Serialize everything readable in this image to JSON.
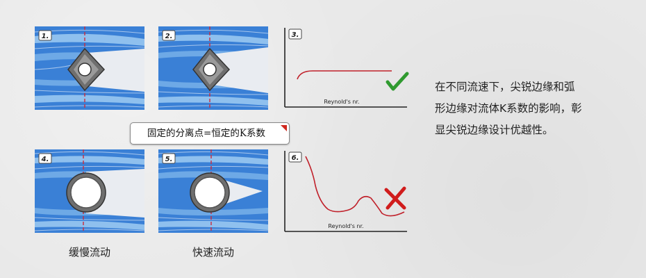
{
  "panels": [
    {
      "number": "1.",
      "kind": "flow",
      "obstacle": "diamond",
      "wake": "short"
    },
    {
      "number": "2.",
      "kind": "flow",
      "obstacle": "diamond",
      "wake": "short"
    },
    {
      "number": "3.",
      "kind": "graph",
      "curve": "flat",
      "verdict": "check"
    },
    {
      "number": "4.",
      "kind": "flow",
      "obstacle": "circle",
      "wake": "short"
    },
    {
      "number": "5.",
      "kind": "flow",
      "obstacle": "circle",
      "wake": "long"
    },
    {
      "number": "6.",
      "kind": "graph",
      "curve": "wavy",
      "verdict": "cross"
    }
  ],
  "graph_xlabel": "Reynold's nr.",
  "callout": "固定的分离点=恒定的K系数",
  "captions": {
    "slow": "缓慢流动",
    "fast": "快速流动"
  },
  "description_lines": [
    "在不同流速下，尖锐边缘和弧",
    "形边缘对流体K系数的影响，彰",
    "显尖锐边缘设计优越性。"
  ],
  "colors": {
    "flow_blue": "#3a80d6",
    "flow_light": "#a9cdf0",
    "dashed_line": "#cc2a3a",
    "curve_red": "#c0202a",
    "check_green": "#2f9a2f",
    "cross_red": "#d01c1c"
  }
}
